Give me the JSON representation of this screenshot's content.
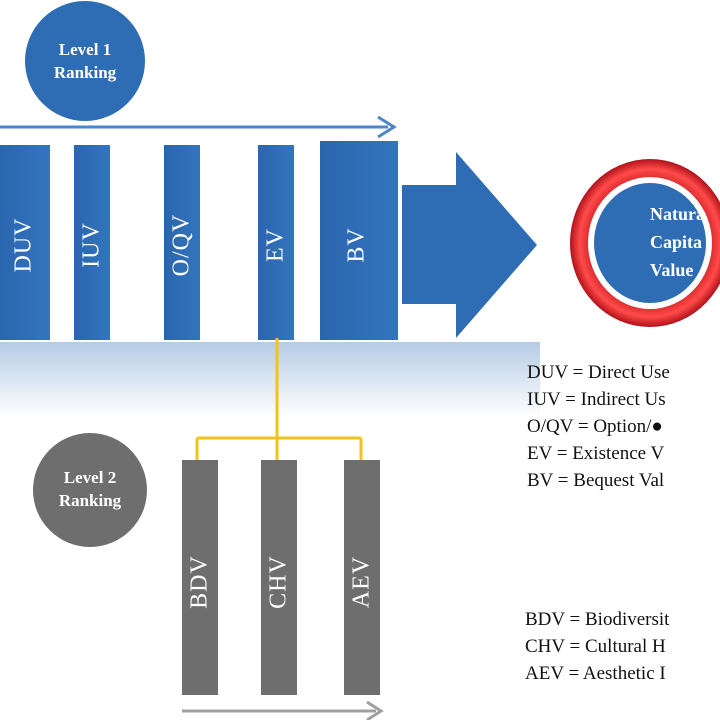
{
  "level1": {
    "circle_line1": "Level 1",
    "circle_line2": "Ranking",
    "bars": [
      "DUV",
      "IUV",
      "O/QV",
      "EV",
      "BV"
    ],
    "color": "#2e6db4"
  },
  "level2": {
    "circle_line1": "Level 2",
    "circle_line2": "Ranking",
    "bars": [
      "BDV",
      "CHV",
      "AEV"
    ],
    "color": "#6e6e6e",
    "connector_color": "#f0c419"
  },
  "target": {
    "line1": "Natura",
    "line2": "Capita",
    "line3": "Value",
    "ring_color": "#e0242a"
  },
  "legend1": [
    "DUV = Direct Use",
    "IUV = Indirect Us",
    "O/QV = Option/●",
    "EV = Existence V",
    "BV = Bequest Val"
  ],
  "legend2": [
    "BDV = Biodiversit",
    "CHV = Cultural H",
    "AEV = Aesthetic I"
  ]
}
